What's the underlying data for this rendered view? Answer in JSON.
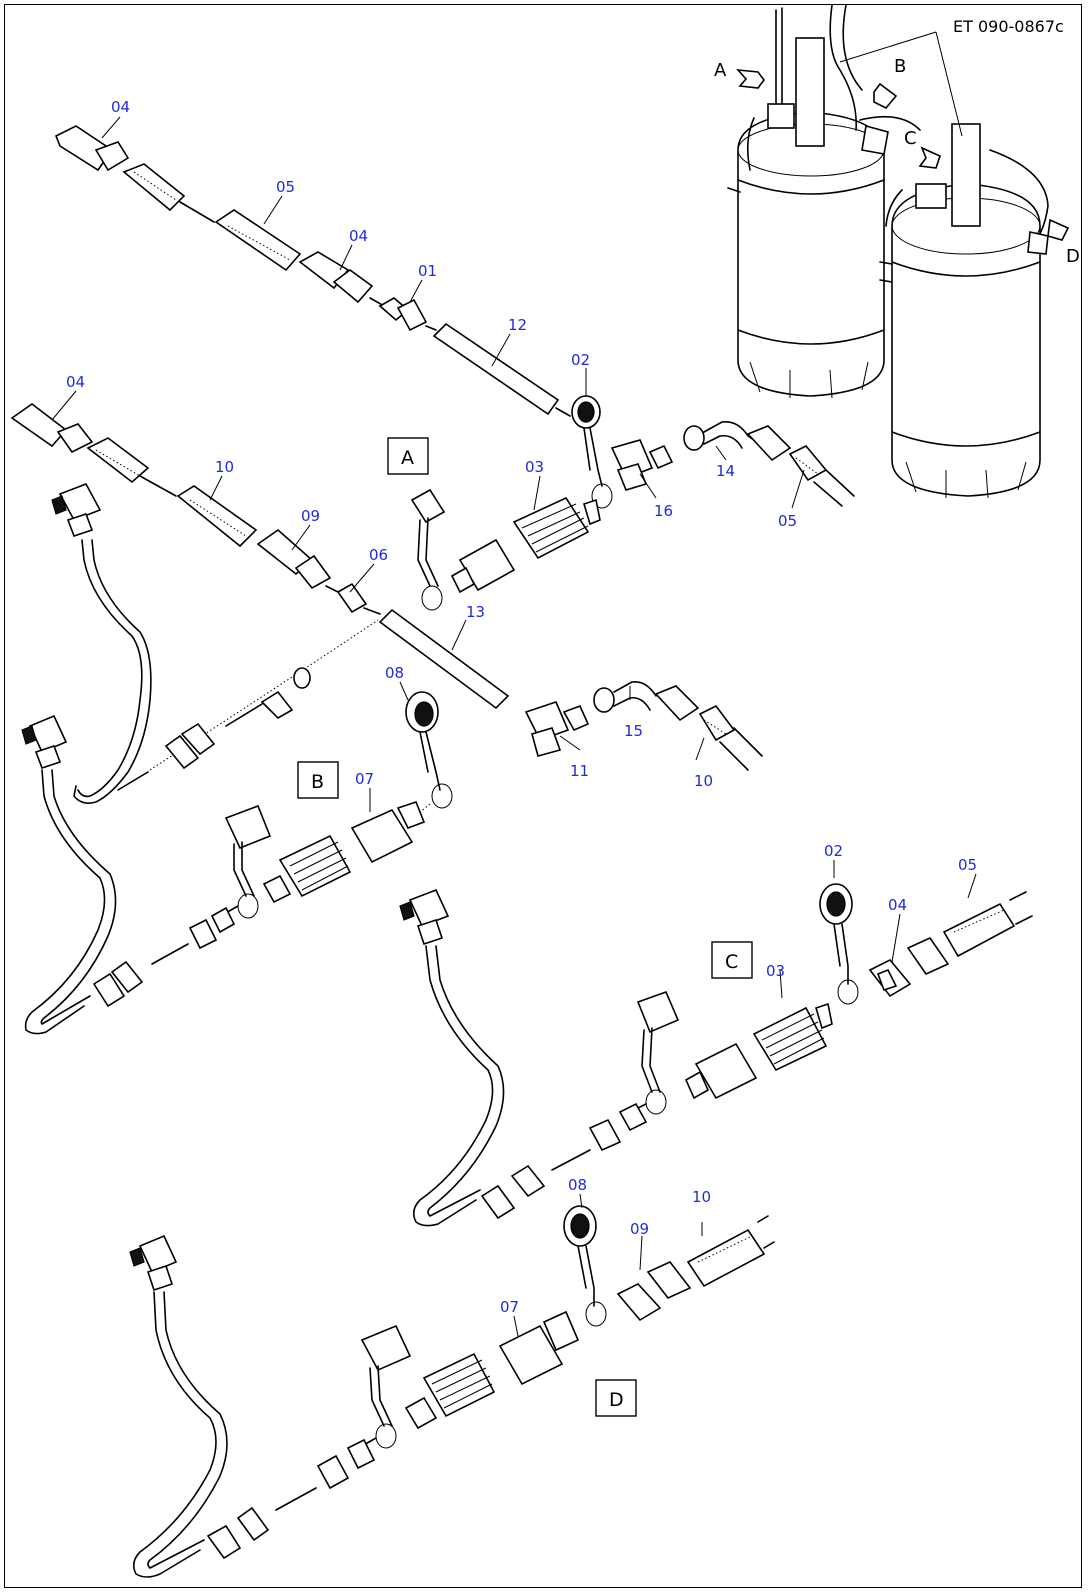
{
  "drawing_code": "ET 090-0867c",
  "view_labels": [
    "A",
    "B",
    "C",
    "D"
  ],
  "callout_arrows": [
    "A",
    "B",
    "C",
    "D"
  ],
  "parts": {
    "p04a": "04",
    "p05a": "05",
    "p04b": "04",
    "p01": "01",
    "p12": "12",
    "p02a": "02",
    "p04c": "04",
    "p10a": "10",
    "p09a": "09",
    "p06": "06",
    "p03a": "03",
    "p16": "16",
    "p14": "14",
    "p05b": "05",
    "p13": "13",
    "p08a": "08",
    "p07a": "07",
    "p11": "11",
    "p15": "15",
    "p10b": "10",
    "p02b": "02",
    "p04d": "04",
    "p05c": "05",
    "p03b": "03",
    "p08b": "08",
    "p10c": "10",
    "p09b": "09",
    "p07b": "07"
  }
}
